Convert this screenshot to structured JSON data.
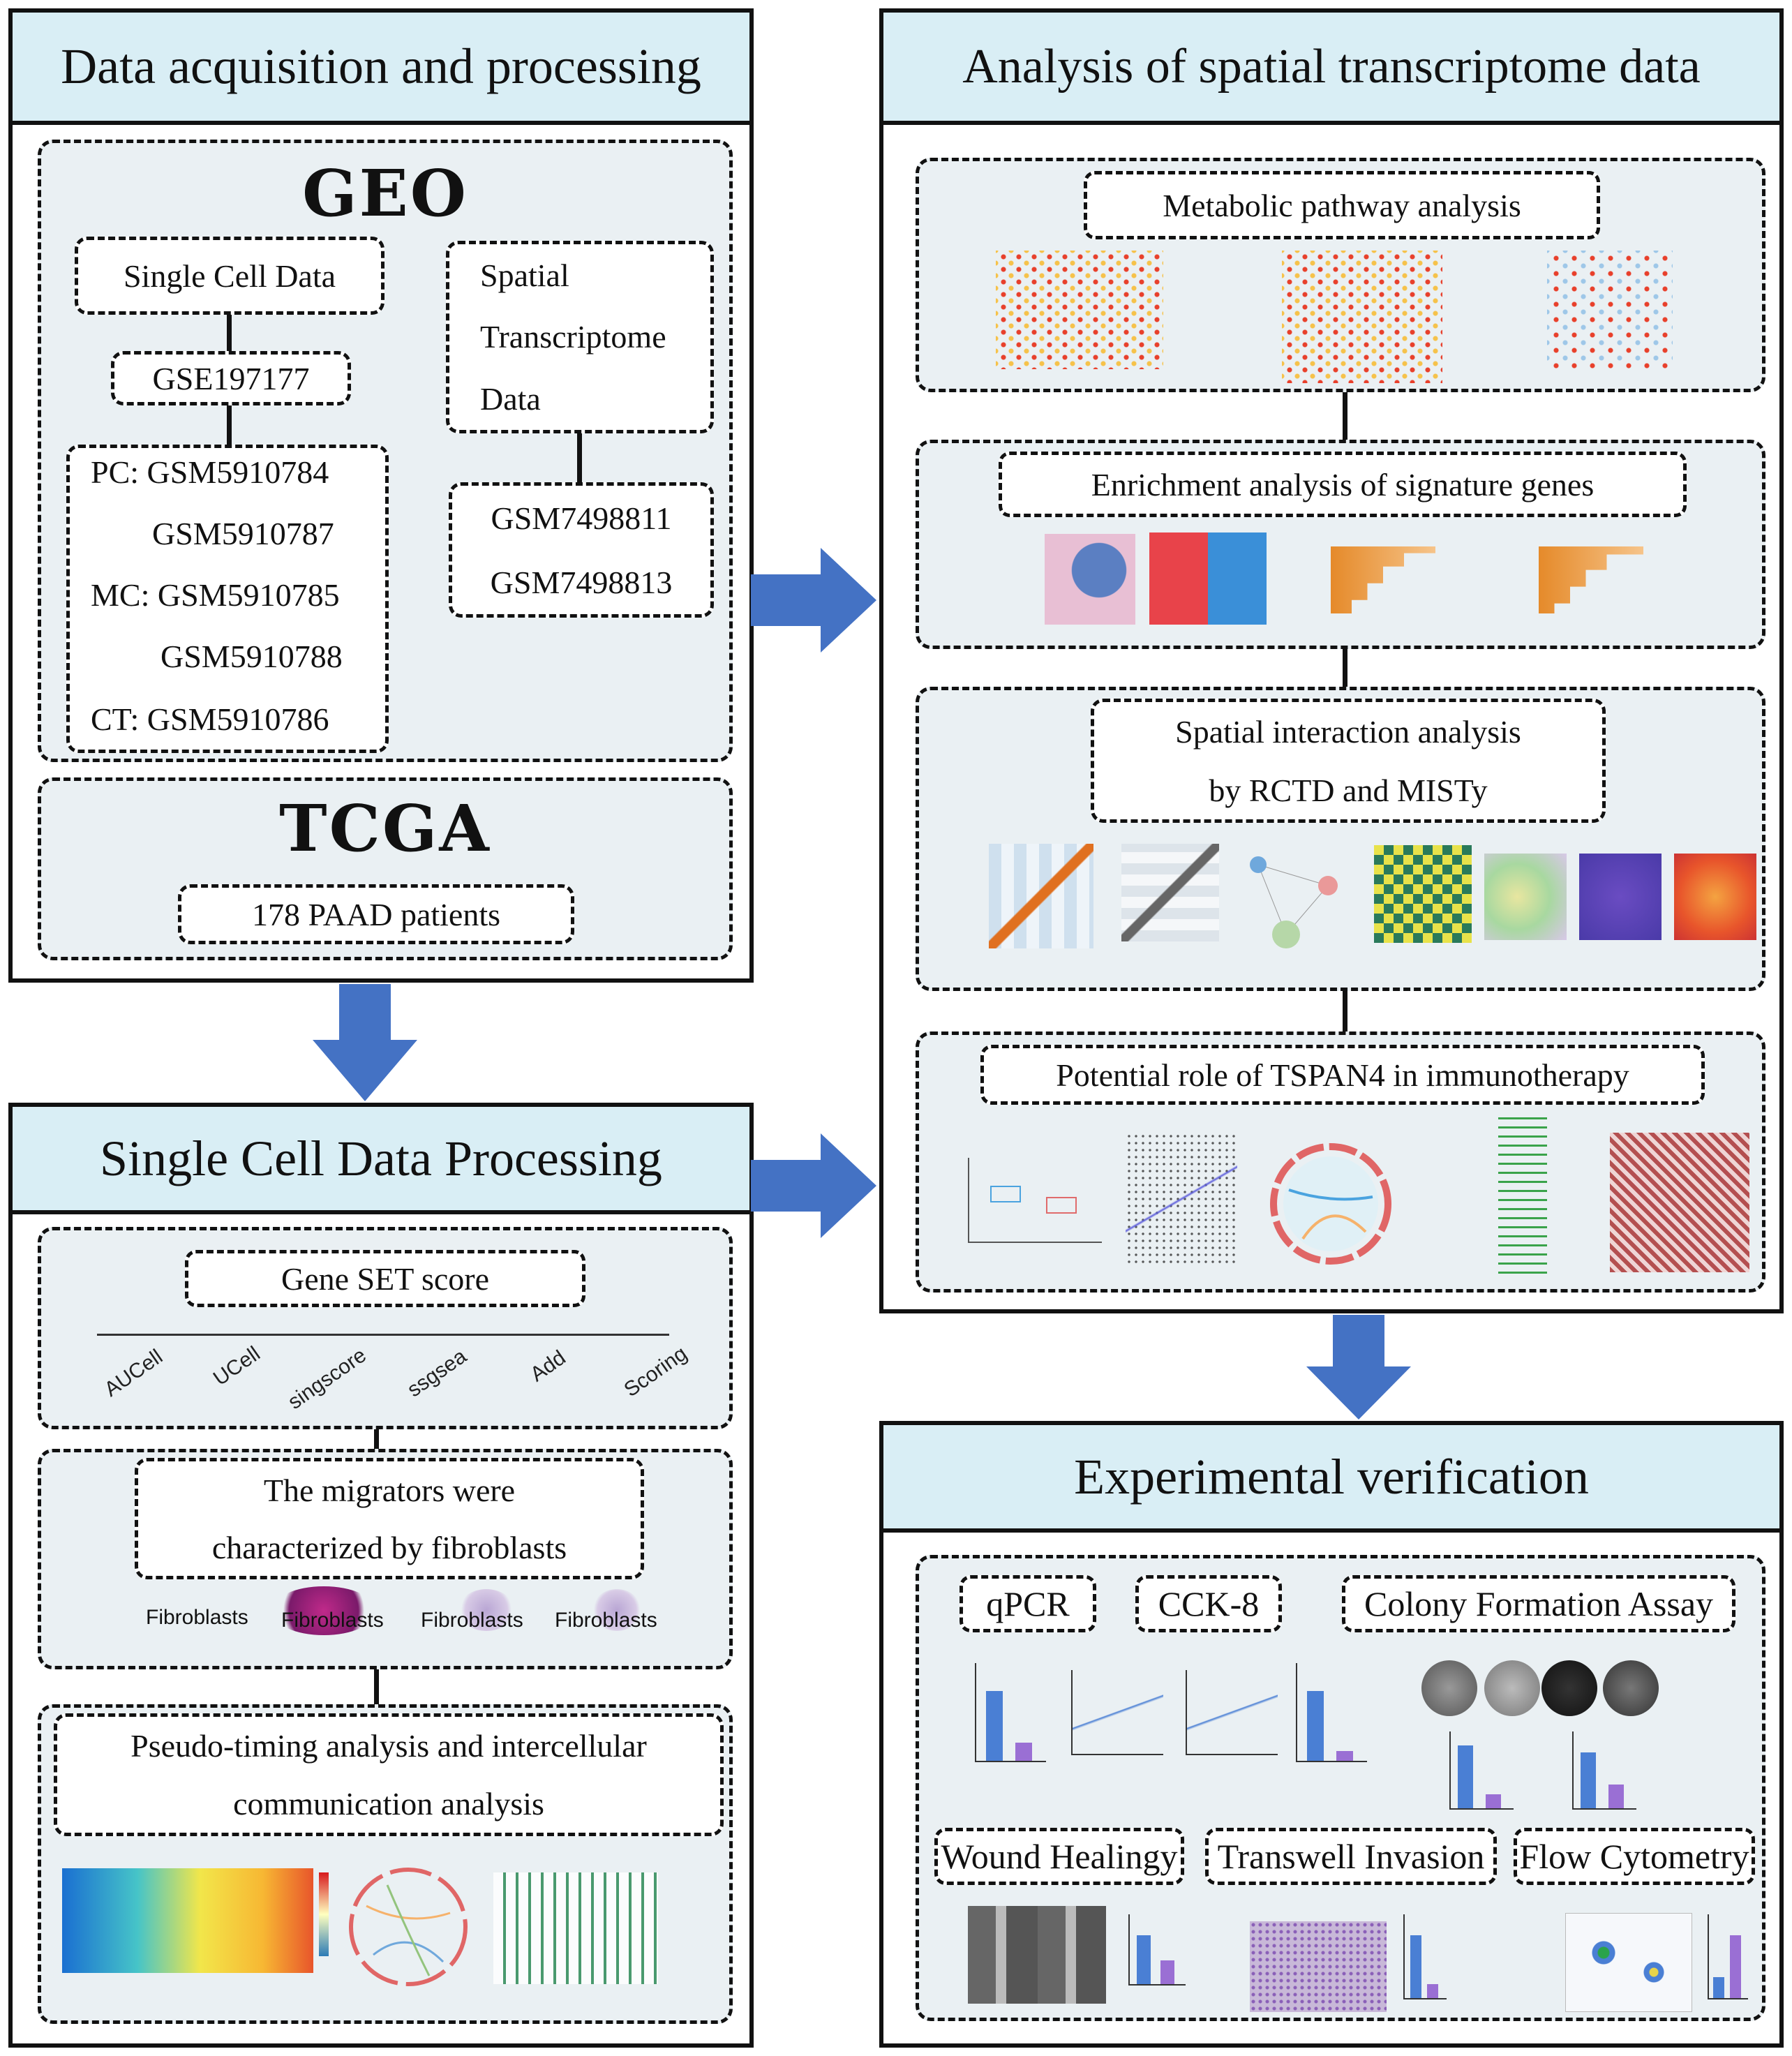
{
  "left_top": {
    "title": "Data acquisition and processing",
    "geo": {
      "heading": "GEO",
      "single_cell": "Single Cell Data",
      "gse": "GSE197177",
      "samples": [
        "PC: GSM5910784",
        "GSM5910787",
        "MC: GSM5910785",
        "GSM5910788",
        "CT: GSM5910786"
      ],
      "spatial_lines": [
        "Spatial",
        "Transcriptome",
        "Data"
      ],
      "spatial_samples": [
        "GSM7498811",
        "GSM7498813"
      ]
    },
    "tcga": {
      "heading": "TCGA",
      "patients": "178 PAAD patients"
    }
  },
  "left_bottom": {
    "title": "Single Cell Data Processing",
    "gene_set": {
      "label": "Gene SET score",
      "methods": [
        "AUCell",
        "UCell",
        "singscore",
        "ssgsea",
        "Add",
        "Scoring"
      ]
    },
    "migrators": {
      "lines": [
        "The migrators were",
        "characterized by fibroblasts"
      ],
      "umap_labels": [
        "Fibroblasts",
        "Fibroblasts",
        "Fibroblasts",
        "Fibroblasts"
      ]
    },
    "pseudo": {
      "lines": [
        "Pseudo-timing analysis and intercellular",
        "communication analysis"
      ]
    }
  },
  "right_top": {
    "title": "Analysis of spatial transcriptome data",
    "metabolic": "Metabolic pathway analysis",
    "enrichment": "Enrichment analysis of signature genes",
    "spatial_lines": [
      "Spatial interaction analysis",
      "by RCTD and MISTy"
    ],
    "tspan": "Potential role of TSPAN4 in immunotherapy"
  },
  "right_bottom": {
    "title": "Experimental verification",
    "assays_top": [
      "qPCR",
      "CCK-8",
      "Colony Formation Assay"
    ],
    "assays_bottom": [
      "Wound Healingy",
      "Transwell Invasion",
      "Flow Cytometry"
    ]
  },
  "colors": {
    "header_bg": "#d9eef5",
    "box_bg": "#eaf0f3",
    "arrow": "#4472c4"
  }
}
